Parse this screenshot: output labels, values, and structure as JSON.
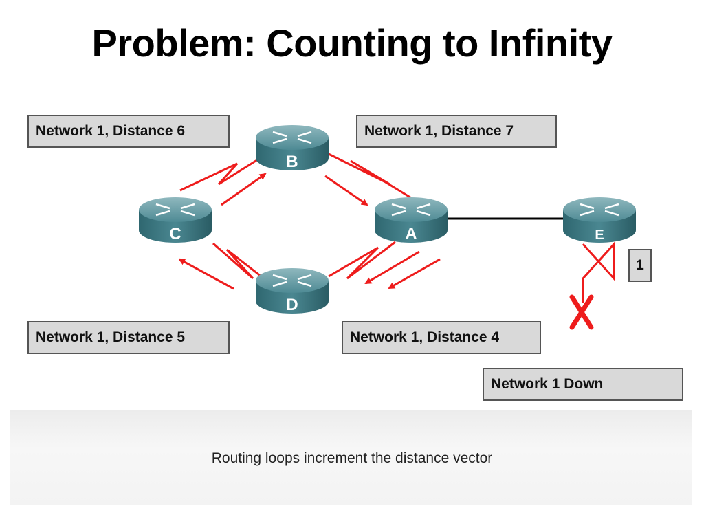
{
  "title": "Problem: Counting to Infinity",
  "labels": {
    "top_left": "Network 1, Distance 6",
    "top_right": "Network 1, Distance 7",
    "bottom_left": "Network 1, Distance 5",
    "bottom_right": "Network 1, Distance 4",
    "network_down": "Network 1 Down",
    "hop_count": "1"
  },
  "routers": {
    "a": "A",
    "b": "B",
    "c": "C",
    "d": "D",
    "e": "E"
  },
  "caption": "Routing loops increment the distance vector",
  "colors": {
    "router_body": "#3f7a85",
    "link_serial": "#ee1c1c",
    "arrow": "#ee1c1c",
    "label_bg": "#d9d9d9",
    "x_mark": "#ee1c1c"
  }
}
